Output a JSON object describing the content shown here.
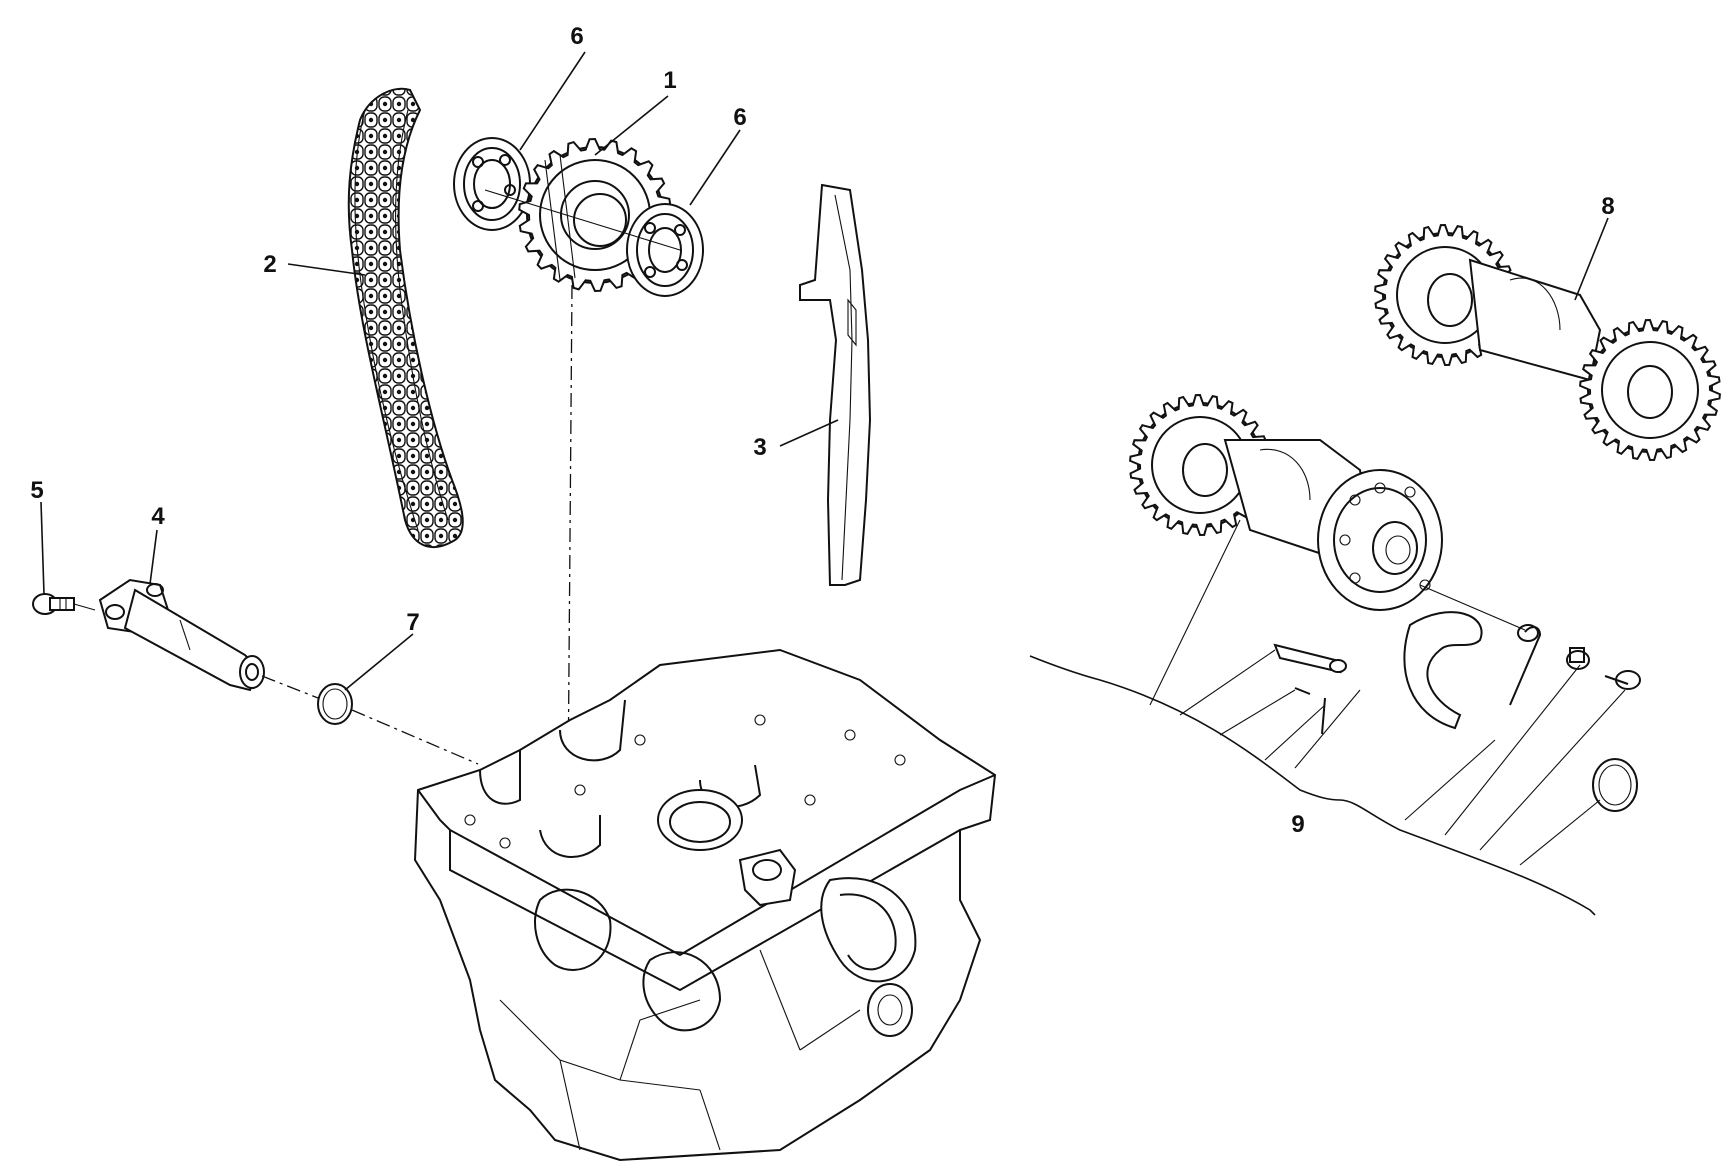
{
  "callouts": [
    {
      "id": "1",
      "label": "1"
    },
    {
      "id": "2",
      "label": "2"
    },
    {
      "id": "3",
      "label": "3"
    },
    {
      "id": "4",
      "label": "4"
    },
    {
      "id": "5",
      "label": "5"
    },
    {
      "id": "6a",
      "label": "6"
    },
    {
      "id": "6b",
      "label": "6"
    },
    {
      "id": "7",
      "label": "7"
    },
    {
      "id": "8",
      "label": "8"
    },
    {
      "id": "9",
      "label": "9"
    }
  ]
}
